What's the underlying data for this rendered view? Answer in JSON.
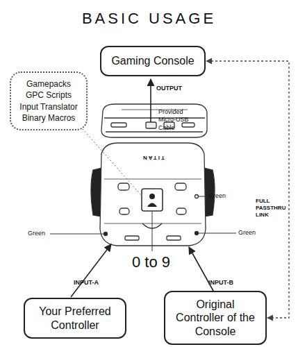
{
  "diagram": {
    "title": "BASIC USAGE",
    "nodes": [
      {
        "text": [
          "Gaming Console"
        ]
      },
      {
        "text": [
          "Gamepacks",
          "GPC Scripts",
          "Input Translator",
          "Binary Macros"
        ]
      },
      {
        "text": [
          "Your Preferred Controller"
        ]
      },
      {
        "text": [
          "Original Controller of the Console"
        ]
      }
    ],
    "edges": [
      {
        "from": 3,
        "to": 0,
        "arrow": "both"
      }
    ],
    "labels": [
      "OUTPUT",
      "Provided Micro-USB Cable",
      "TITAN",
      "Green",
      "Green",
      "Green",
      "0 to 9",
      "INPUT-A",
      "INPUT-B",
      "FULL PASSTHRU LINK"
    ]
  }
}
